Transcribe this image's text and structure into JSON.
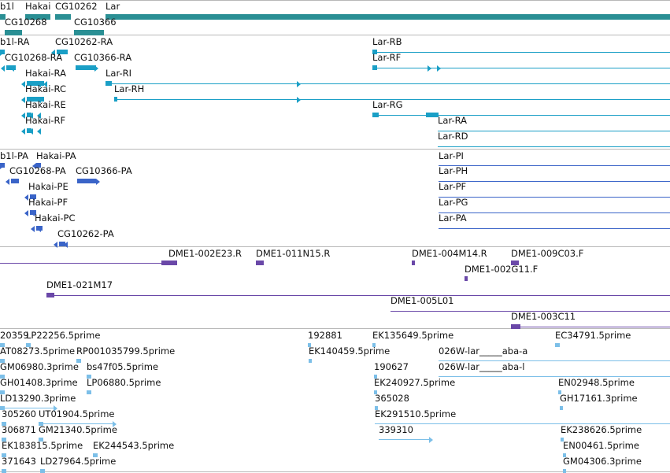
{
  "colors": {
    "genes": "#2a8f94",
    "transcripts": "#1a9fc6",
    "proteins": "#3a64c8",
    "clones": "#6a48a8",
    "ests": "#7cbfe8",
    "separator": "#b8b8b8",
    "text": "#111111"
  },
  "tracks": {
    "genes": {
      "features": [
        {
          "label": "b1l"
        },
        {
          "label": "Hakai"
        },
        {
          "label": "CG10262"
        },
        {
          "label": "Lar"
        },
        {
          "label": "CG10268"
        },
        {
          "label": "CG10366"
        }
      ]
    },
    "transcripts": {
      "features": [
        {
          "label": "b1l-RA"
        },
        {
          "label": "CG10262-RA"
        },
        {
          "label": "CG10268-RA"
        },
        {
          "label": "CG10366-RA"
        },
        {
          "label": "Hakai-RA"
        },
        {
          "label": "Hakai-RC"
        },
        {
          "label": "Hakai-RE"
        },
        {
          "label": "Hakai-RF"
        },
        {
          "label": "Lar-RI"
        },
        {
          "label": "Lar-RH"
        },
        {
          "label": "Lar-RB"
        },
        {
          "label": "Lar-RF"
        },
        {
          "label": "Lar-RG"
        },
        {
          "label": "Lar-RA"
        },
        {
          "label": "Lar-RD"
        }
      ]
    },
    "proteins": {
      "features": [
        {
          "label": "b1l-PA"
        },
        {
          "label": "Hakai-PA"
        },
        {
          "label": "CG10268-PA"
        },
        {
          "label": "CG10366-PA"
        },
        {
          "label": "Hakai-PE"
        },
        {
          "label": "Hakai-PF"
        },
        {
          "label": "Hakai-PC"
        },
        {
          "label": "CG10262-PA"
        },
        {
          "label": "Lar-PI"
        },
        {
          "label": "Lar-PH"
        },
        {
          "label": "Lar-PF"
        },
        {
          "label": "Lar-PG"
        },
        {
          "label": "Lar-PA"
        }
      ]
    },
    "clones": {
      "features": [
        {
          "label": "DME1-002E23.R"
        },
        {
          "label": "DME1-011N15.R"
        },
        {
          "label": "DME1-004M14.R"
        },
        {
          "label": "DME1-009C03.F"
        },
        {
          "label": "DME1-002G11.F"
        },
        {
          "label": "DME1-021M17"
        },
        {
          "label": "DME1-005L01"
        },
        {
          "label": "DME1-003C11"
        }
      ]
    },
    "ests": {
      "features": [
        {
          "label": "20359"
        },
        {
          "label": "LP22256.5prime"
        },
        {
          "label": "192881"
        },
        {
          "label": "EK135649.5prime"
        },
        {
          "label": "EC34791.5prime"
        },
        {
          "label": "AT08273.5prime"
        },
        {
          "label": "RP001035799.5prime"
        },
        {
          "label": "EK140459.5prime"
        },
        {
          "label": "026W-lar_____aba-a"
        },
        {
          "label": "GM06980.3prime"
        },
        {
          "label": "bs47f05.5prime"
        },
        {
          "label": "190627"
        },
        {
          "label": "026W-lar_____aba-l"
        },
        {
          "label": "GH01408.3prime"
        },
        {
          "label": "LP06880.5prime"
        },
        {
          "label": "EK240927.5prime"
        },
        {
          "label": "EN02948.5prime"
        },
        {
          "label": "LD13290.3prime"
        },
        {
          "label": "365028"
        },
        {
          "label": "GH17161.3prime"
        },
        {
          "label": "305260"
        },
        {
          "label": "UT01904.5prime"
        },
        {
          "label": "EK291510.5prime"
        },
        {
          "label": "306871"
        },
        {
          "label": "GM21340.5prime"
        },
        {
          "label": "339310"
        },
        {
          "label": "EK238626.5prime"
        },
        {
          "label": "EK183815.5prime"
        },
        {
          "label": "EK244543.5prime"
        },
        {
          "label": "EN00461.5prime"
        },
        {
          "label": "371643"
        },
        {
          "label": "LD27964.5prime"
        },
        {
          "label": "GM04306.3prime"
        }
      ]
    }
  }
}
